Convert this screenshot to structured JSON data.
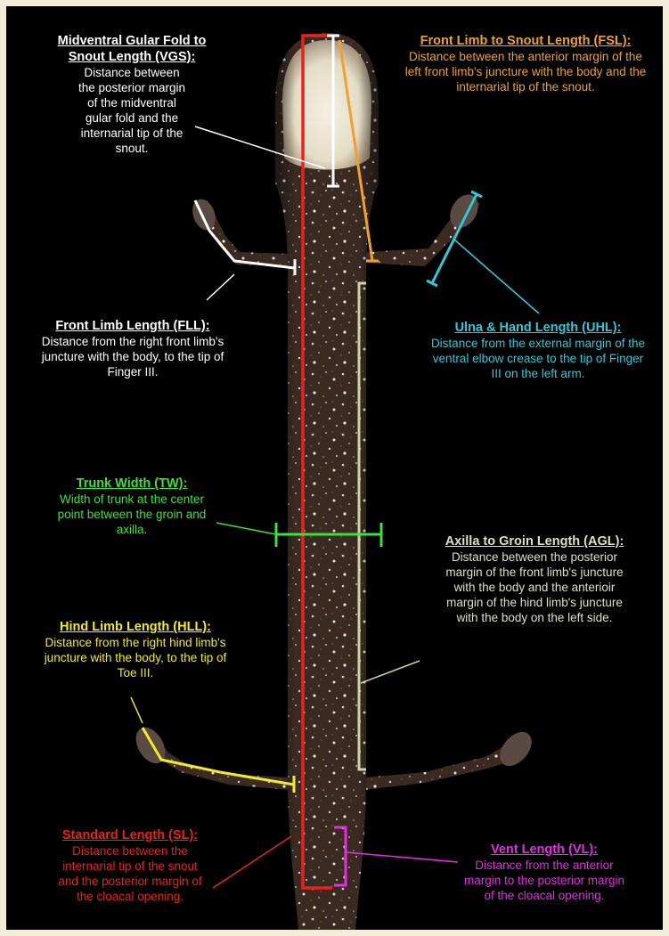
{
  "colors": {
    "background": "#000000",
    "border": "#f3ecd6",
    "white": "#ffffff",
    "orange": "#f0a030",
    "cyan": "#30c8d8",
    "green": "#3ee03a",
    "olive": "#c8d8a0",
    "yellow": "#f2ea2a",
    "red": "#e8231c",
    "magenta": "#e02ee0",
    "body": "#3a2a22"
  },
  "labels": {
    "vgs": {
      "title": "Midventral Gular Fold to Snout Length (VGS):",
      "desc": "Distance between the posterior margin of the midventral gular fold and the internarial tip of the snout."
    },
    "fsl": {
      "title": "Front Limb to Snout Length (FSL):",
      "desc": "Distance between the anterior margin of the left front limb's juncture with the body and the internarial tip of the snout."
    },
    "fll": {
      "title": "Front Limb Length (FLL):",
      "desc": "Distance from the right front limb's juncture with the body, to the tip of Finger III."
    },
    "uhl": {
      "title": "Ulna & Hand Length (UHL):",
      "desc": "Distance from the external margin of the ventral elbow crease to the tip of Finger III on the left arm."
    },
    "tw": {
      "title": "Trunk Width (TW):",
      "desc": "Width of trunk at the center point between the groin and axilla."
    },
    "agl": {
      "title": "Axilla to Groin Length (AGL):",
      "desc": "Distance between the posterior margin of the front limb's juncture with the body and the anterioir margin of the hind limb's juncture with the body on the left side."
    },
    "hll": {
      "title": "Hind Limb Length (HLL):",
      "desc": "Distance from the right hind limb's juncture with the body, to the tip of Toe III."
    },
    "sl": {
      "title": "Standard Length (SL):",
      "desc": "Distance between the internarial tip of the snout and the posterior margin of the cloacal opening."
    },
    "vl": {
      "title": "Vent Length (VL):",
      "desc": "Distance from the anterior margin to the posterior margin of the cloacal opening."
    }
  }
}
